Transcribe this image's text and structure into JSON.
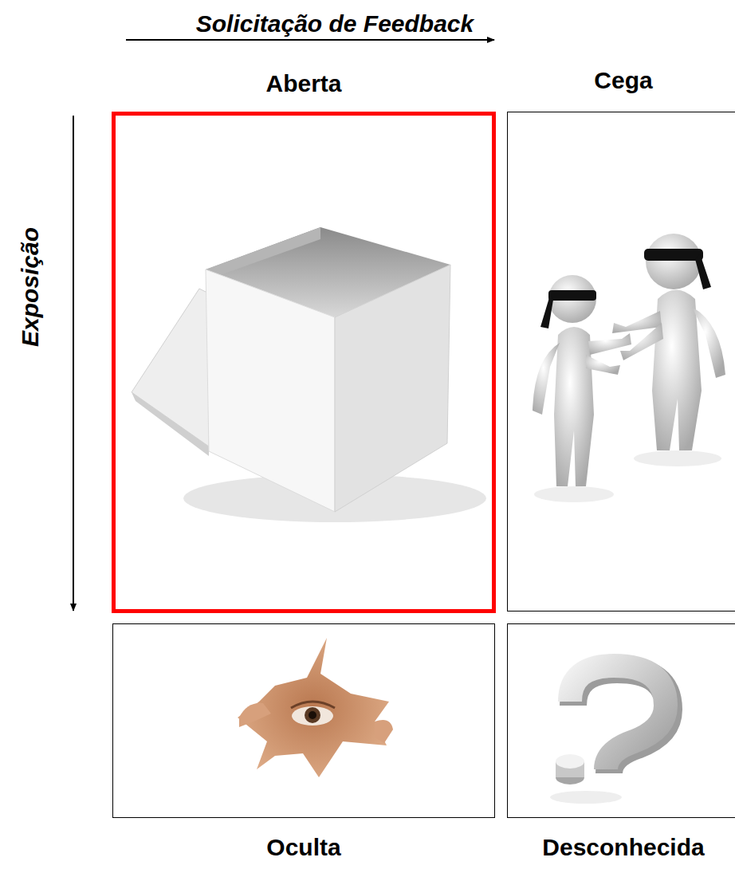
{
  "diagram": {
    "nodes": [
      {
        "text": [
          "Aberta"
        ]
      },
      {
        "text": [
          "Cega"
        ]
      },
      {
        "text": [
          "Oculta"
        ]
      },
      {
        "text": [
          "Desconhecida"
        ]
      }
    ],
    "labels": [
      "Solicitação de Feedback",
      "Exposição"
    ]
  }
}
